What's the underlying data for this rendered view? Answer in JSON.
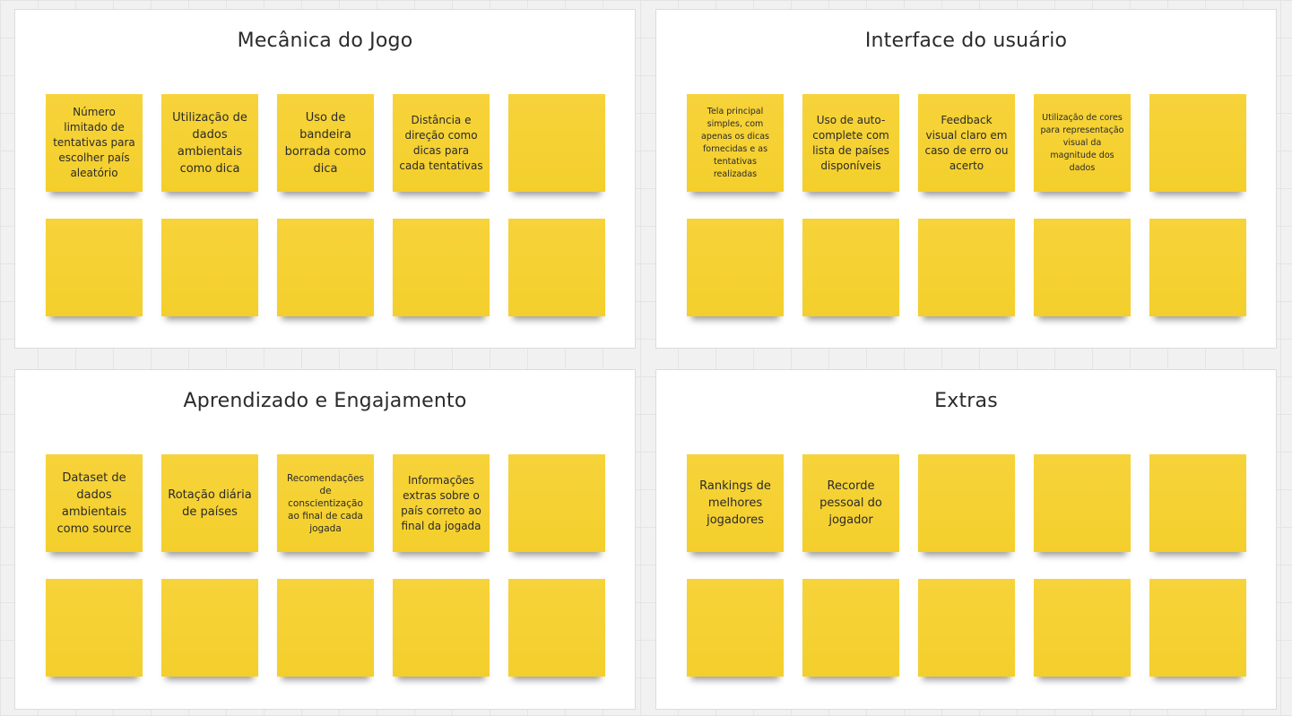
{
  "board": {
    "frames": [
      {
        "title": "Mecânica do Jogo",
        "notes": [
          "Número limitado de tentativas para escolher país aleatório",
          "Utilização de dados ambientais como dica",
          "Uso de bandeira borrada como dica",
          "Distância e direção como dicas para cada tentativas",
          "",
          "",
          "",
          "",
          "",
          ""
        ]
      },
      {
        "title": "Interface do usuário",
        "notes": [
          "Tela principal simples, com apenas os dicas fornecidas e as tentativas realizadas",
          "Uso de auto-complete com lista de países disponíveis",
          "Feedback visual claro em caso de erro ou acerto",
          "Utilização de cores para representação visual da magnitude dos dados",
          "",
          "",
          "",
          "",
          "",
          ""
        ]
      },
      {
        "title": "Aprendizado e Engajamento",
        "notes": [
          "Dataset de dados ambientais como source",
          "Rotação diária de países",
          "Recomendações de conscientização ao final de cada jogada",
          "Informações extras sobre o país correto ao final da jogada",
          "",
          "",
          "",
          "",
          "",
          ""
        ]
      },
      {
        "title": "Extras",
        "notes": [
          "Rankings de melhores jogadores",
          "Recorde pessoal do jogador",
          "",
          "",
          "",
          "",
          "",
          "",
          "",
          ""
        ]
      }
    ]
  },
  "colors": {
    "sticky": "#f5d133",
    "frame_background": "#ffffff",
    "canvas_background": "#f1f1f1"
  }
}
